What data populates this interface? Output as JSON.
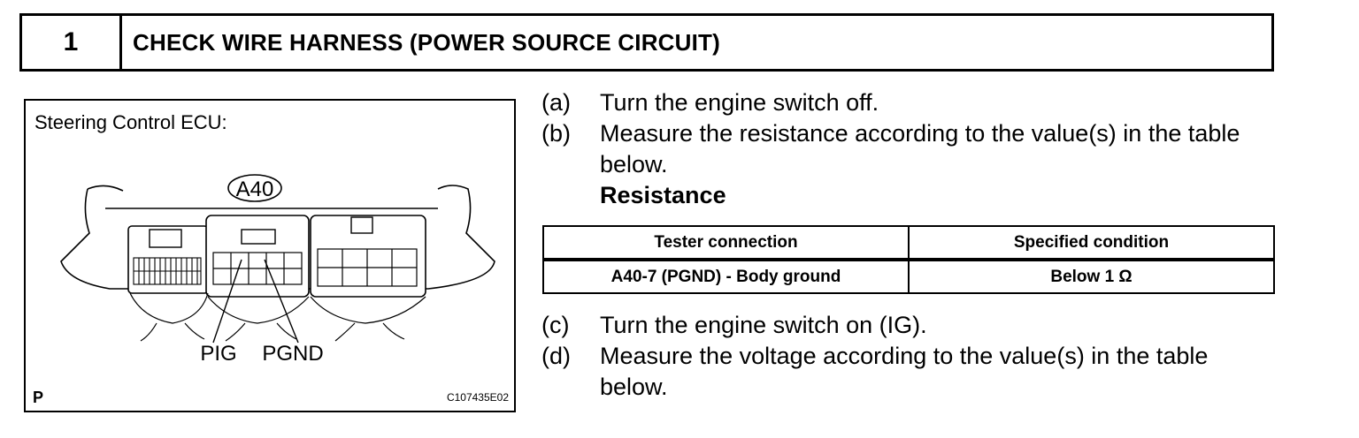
{
  "step": {
    "number": "1",
    "title": "CHECK WIRE HARNESS (POWER SOURCE CIRCUIT)"
  },
  "figure": {
    "title": "Steering Control ECU:",
    "connector_label": "A40",
    "label_pig": "PIG",
    "label_pgnd": "PGND",
    "corner_label": "P",
    "figure_code": "C107435E02"
  },
  "instructions_top": [
    {
      "letter": "(a)",
      "text": "Turn the engine switch off."
    },
    {
      "letter": "(b)",
      "text": "Measure the resistance according to the value(s) in the table below."
    }
  ],
  "resistance_heading": "Resistance",
  "resistance_table": {
    "headers": [
      "Tester connection",
      "Specified condition"
    ],
    "rows": [
      [
        "A40-7 (PGND) - Body ground",
        "Below 1 Ω"
      ]
    ]
  },
  "instructions_bottom": [
    {
      "letter": "(c)",
      "text": "Turn the engine switch on (IG)."
    },
    {
      "letter": "(d)",
      "text": "Measure the voltage according to the value(s) in the table below."
    }
  ]
}
